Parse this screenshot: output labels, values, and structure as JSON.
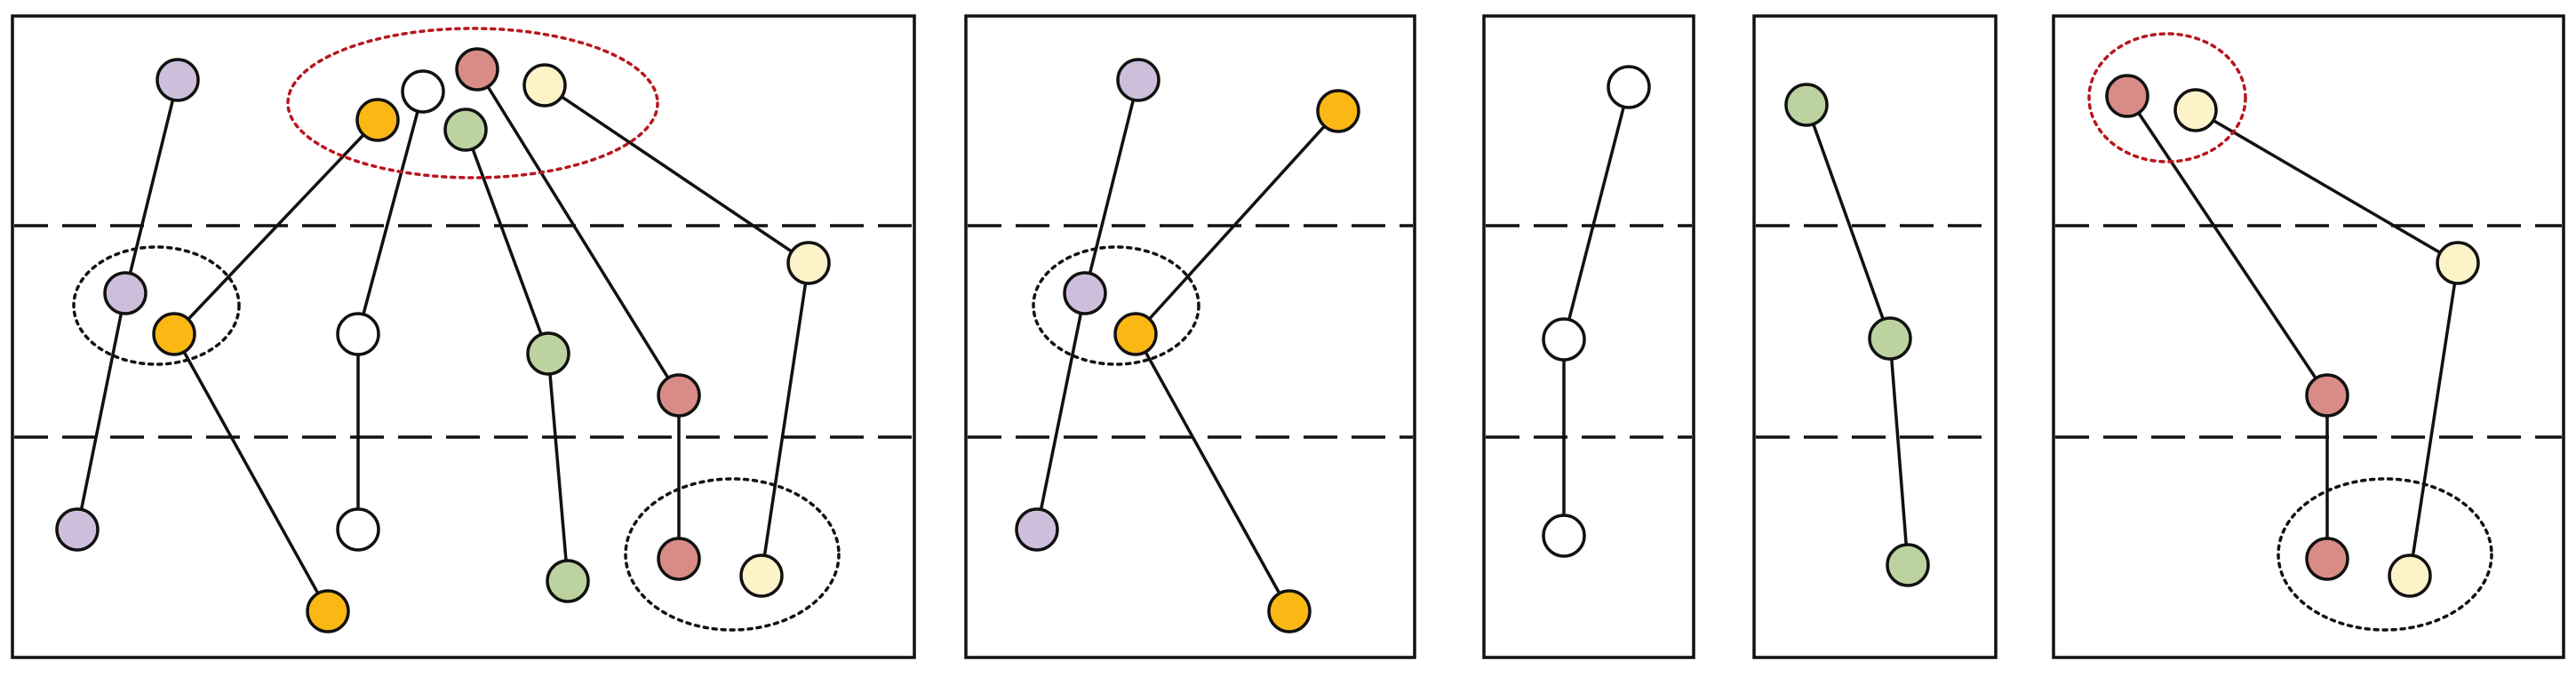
{
  "colors": {
    "purple": "#cdbfdc",
    "orange": "#fbb814",
    "white": "#ffffff",
    "red": "#d98c86",
    "green": "#bcd3a0",
    "cream": "#fdf3c8",
    "outline": "#111111",
    "ring_black": "#111111",
    "ring_red": "#b8161d"
  },
  "panels": [
    {
      "id": "combined",
      "nodes": [
        {
          "id": "p1",
          "color": "purple"
        },
        {
          "id": "p2",
          "color": "purple"
        },
        {
          "id": "p3",
          "color": "purple"
        },
        {
          "id": "o1",
          "color": "orange"
        },
        {
          "id": "o2",
          "color": "orange"
        },
        {
          "id": "o3",
          "color": "orange"
        },
        {
          "id": "w1",
          "color": "white"
        },
        {
          "id": "w2",
          "color": "white"
        },
        {
          "id": "w3",
          "color": "white"
        },
        {
          "id": "r1",
          "color": "red"
        },
        {
          "id": "r2",
          "color": "red"
        },
        {
          "id": "r3",
          "color": "red"
        },
        {
          "id": "g1",
          "color": "green"
        },
        {
          "id": "g2",
          "color": "green"
        },
        {
          "id": "g3",
          "color": "green"
        },
        {
          "id": "c1",
          "color": "cream"
        },
        {
          "id": "c2",
          "color": "cream"
        },
        {
          "id": "c3",
          "color": "cream"
        }
      ],
      "edges": [
        [
          "p1",
          "p2"
        ],
        [
          "p2",
          "p3"
        ],
        [
          "o1",
          "o2"
        ],
        [
          "o2",
          "o3"
        ],
        [
          "w1",
          "w2"
        ],
        [
          "w2",
          "w3"
        ],
        [
          "r1",
          "r2"
        ],
        [
          "r2",
          "r3"
        ],
        [
          "g1",
          "g2"
        ],
        [
          "g2",
          "g3"
        ],
        [
          "c1",
          "c2"
        ],
        [
          "c2",
          "c3"
        ]
      ],
      "groups": [
        {
          "id": "top-group",
          "style": "red",
          "members": [
            "o1",
            "w1",
            "r1",
            "g1",
            "c1"
          ]
        },
        {
          "id": "middle-group",
          "style": "black",
          "members": [
            "p2",
            "o2"
          ]
        },
        {
          "id": "bottom-group",
          "style": "black",
          "members": [
            "r3",
            "c3"
          ]
        }
      ]
    },
    {
      "id": "purple-orange",
      "nodes": [
        {
          "id": "p1",
          "color": "purple"
        },
        {
          "id": "p2",
          "color": "purple"
        },
        {
          "id": "p3",
          "color": "purple"
        },
        {
          "id": "o1",
          "color": "orange"
        },
        {
          "id": "o2",
          "color": "orange"
        },
        {
          "id": "o3",
          "color": "orange"
        }
      ],
      "edges": [
        [
          "p1",
          "p2"
        ],
        [
          "p2",
          "p3"
        ],
        [
          "o1",
          "o2"
        ],
        [
          "o2",
          "o3"
        ]
      ],
      "groups": [
        {
          "id": "middle-group",
          "style": "black",
          "members": [
            "p2",
            "o2"
          ]
        }
      ]
    },
    {
      "id": "white",
      "nodes": [
        {
          "id": "w1",
          "color": "white"
        },
        {
          "id": "w2",
          "color": "white"
        },
        {
          "id": "w3",
          "color": "white"
        }
      ],
      "edges": [
        [
          "w1",
          "w2"
        ],
        [
          "w2",
          "w3"
        ]
      ],
      "groups": []
    },
    {
      "id": "green",
      "nodes": [
        {
          "id": "g1",
          "color": "green"
        },
        {
          "id": "g2",
          "color": "green"
        },
        {
          "id": "g3",
          "color": "green"
        }
      ],
      "edges": [
        [
          "g1",
          "g2"
        ],
        [
          "g2",
          "g3"
        ]
      ],
      "groups": []
    },
    {
      "id": "red-cream",
      "nodes": [
        {
          "id": "r1",
          "color": "red"
        },
        {
          "id": "r2",
          "color": "red"
        },
        {
          "id": "r3",
          "color": "red"
        },
        {
          "id": "c1",
          "color": "cream"
        },
        {
          "id": "c2",
          "color": "cream"
        },
        {
          "id": "c3",
          "color": "cream"
        }
      ],
      "edges": [
        [
          "r1",
          "r2"
        ],
        [
          "r2",
          "r3"
        ],
        [
          "c1",
          "c2"
        ],
        [
          "c2",
          "c3"
        ]
      ],
      "groups": [
        {
          "id": "top-group",
          "style": "red",
          "members": [
            "r1",
            "c1"
          ]
        },
        {
          "id": "bottom-group",
          "style": "black",
          "members": [
            "r3",
            "c3"
          ]
        }
      ]
    }
  ]
}
